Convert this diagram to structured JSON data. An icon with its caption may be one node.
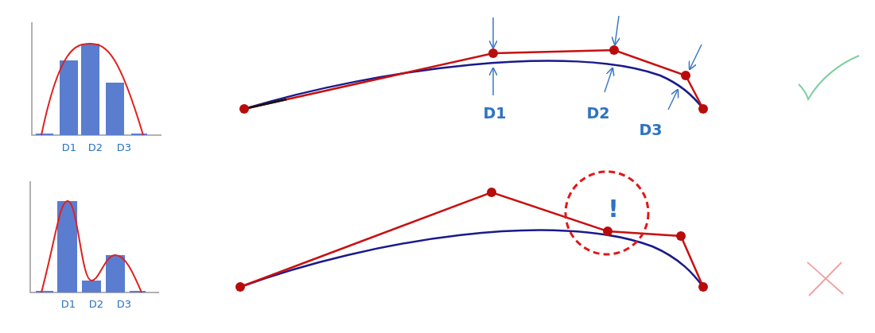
{
  "diagram": {
    "labels": [
      "D1",
      "D2",
      "D3",
      "D1",
      "D2",
      "D3",
      "!",
      "D1",
      "D2",
      "D3"
    ]
  }
}
